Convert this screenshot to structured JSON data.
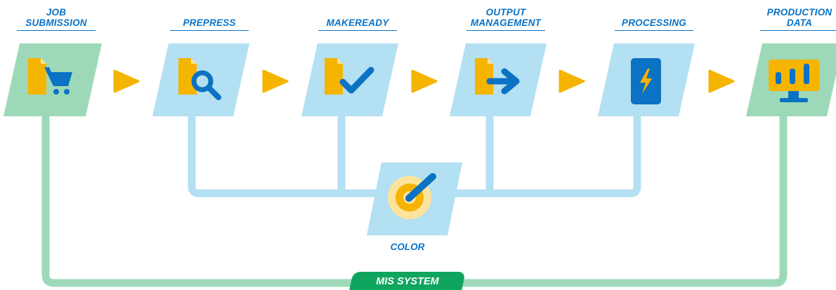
{
  "stages": [
    {
      "id": "job-submission",
      "label_line1": "JOB",
      "label_line2": "SUBMISSION",
      "tile": "green",
      "icon": "shopping-cart-icon"
    },
    {
      "id": "prepress",
      "label_line1": "",
      "label_line2": "PREPRESS",
      "tile": "blue",
      "icon": "magnifier-icon"
    },
    {
      "id": "makeready",
      "label_line1": "",
      "label_line2": "MAKEREADY",
      "tile": "blue",
      "icon": "checkmark-icon"
    },
    {
      "id": "output-management",
      "label_line1": "OUTPUT",
      "label_line2": "MANAGEMENT",
      "tile": "blue",
      "icon": "arrow-right-icon"
    },
    {
      "id": "processing",
      "label_line1": "",
      "label_line2": "PROCESSING",
      "tile": "blue",
      "icon": "lightning-icon"
    },
    {
      "id": "production-data",
      "label_line1": "PRODUCTION",
      "label_line2": "DATA",
      "tile": "green",
      "icon": "bar-chart-monitor-icon"
    }
  ],
  "color_node": {
    "label": "COLOR",
    "icon": "color-target-pen-icon"
  },
  "mis": {
    "label": "MIS SYSTEM"
  },
  "colors": {
    "label_blue": "#0b72c4",
    "tile_blue": "#b3e0f2",
    "tile_green": "#9dd9b8",
    "connector_blue": "#b3e0f2",
    "connector_green": "#9dd9b8",
    "doc_yellow": "#f5b400",
    "doc_fold": "#fde39b",
    "icon_blue": "#0b72c4",
    "pill_green": "#0fa55f"
  }
}
